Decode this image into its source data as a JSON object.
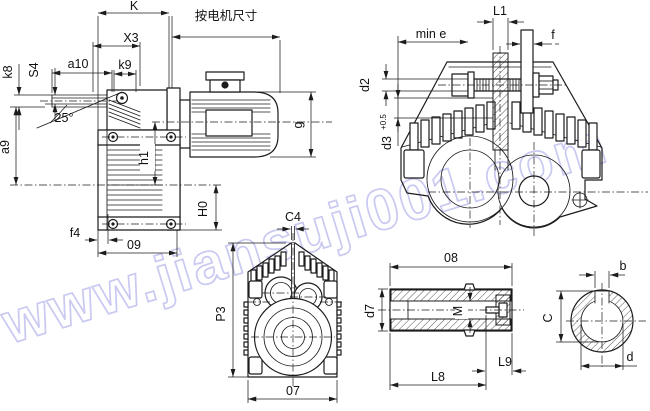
{
  "drawing": {
    "watermark": "www.jiansuji001.com",
    "colors": {
      "line_color": "#1c1c1c",
      "watermark_color": "#c9c9f1"
    },
    "views": {
      "side": {
        "labels": {
          "K": "K",
          "motor_note": "按电机尺寸",
          "X3": "X3",
          "k9": "k9",
          "a10": "a10",
          "S4": "S4",
          "k8": "k8",
          "angle": "25°",
          "a9": "a9",
          "h1": "h1",
          "H0": "H0",
          "f4": "f4",
          "O9": "09",
          "g": "g"
        }
      },
      "end": {
        "labels": {
          "L1": "L1",
          "min_e": "min e",
          "f": "f",
          "d2": "d2",
          "d3": "d3",
          "d3_tol": "+0.5"
        }
      },
      "front": {
        "labels": {
          "C4": "C4",
          "P3": "P3",
          "O7": "07"
        }
      },
      "hollow_shaft": {
        "labels": {
          "O8": "08",
          "d7": "d7",
          "M": "M",
          "L8": "L8",
          "L9": "L9"
        }
      },
      "bore": {
        "labels": {
          "b": "b",
          "C": "C",
          "d": "d"
        }
      }
    }
  }
}
